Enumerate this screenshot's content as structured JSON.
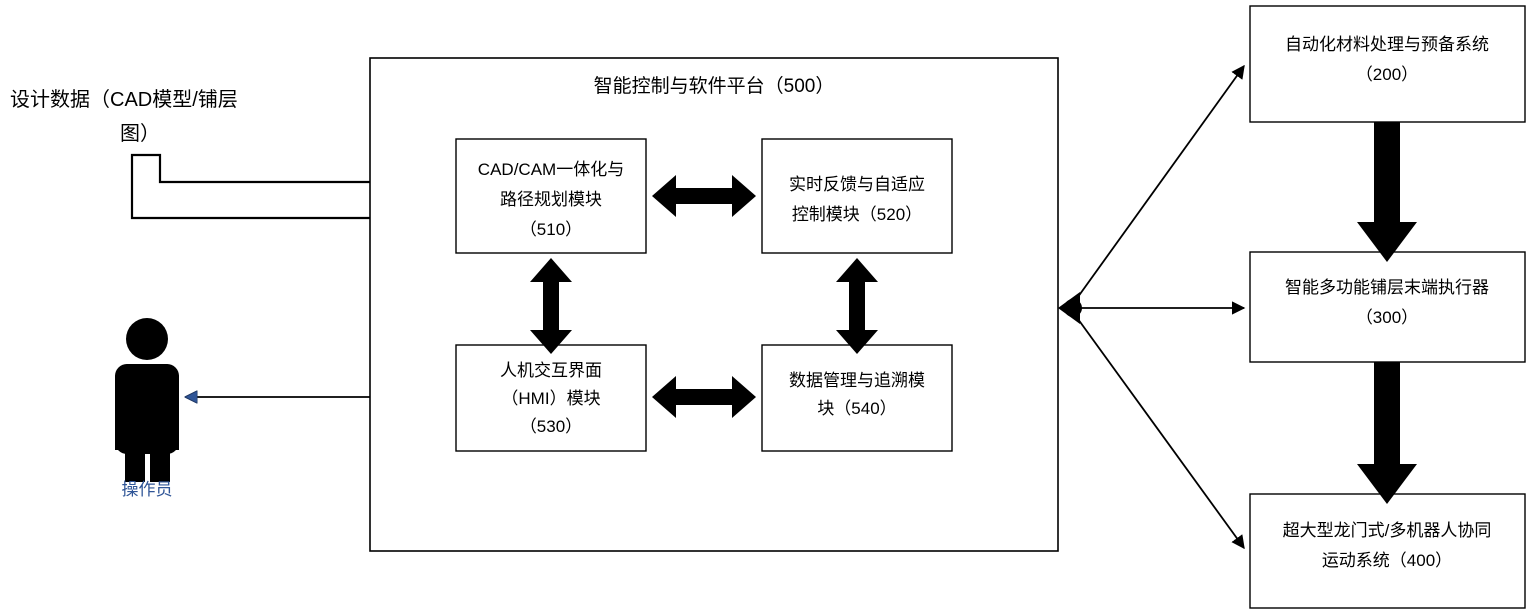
{
  "diagram": {
    "title_block": {
      "label": "智能控制与软件平台（500）",
      "id": "500"
    },
    "source_input": {
      "line1": "设计数据（CAD模型/铺层",
      "line2": "图）",
      "full": "设计数据（CAD模型/铺层图）"
    },
    "actor": {
      "label": "操作员",
      "icon": "person-icon",
      "color": "#2f5597"
    },
    "modules": [
      {
        "key": "m510",
        "line1": "CAD/CAM一体化与",
        "line2": "路径规划模块",
        "line3": "（510）",
        "id": "510"
      },
      {
        "key": "m520",
        "line1": "实时反馈与自适应",
        "line2": "控制模块（520）",
        "line3": "",
        "id": "520"
      },
      {
        "key": "m530",
        "line1": "人机交互界面",
        "line2": "（HMI）模块",
        "line3": "（530）",
        "id": "530"
      },
      {
        "key": "m540",
        "line1": "数据管理与追溯模",
        "line2": "块（540）",
        "line3": "",
        "id": "540"
      }
    ],
    "subsystems": [
      {
        "key": "s200",
        "line1": "自动化材料处理与预备系统",
        "line2": "（200）",
        "id": "200"
      },
      {
        "key": "s300",
        "line1": "智能多功能铺层末端执行器",
        "line2": "（300）",
        "id": "300"
      },
      {
        "key": "s400",
        "line1": "超大型龙门式/多机器人协同",
        "line2": "运动系统（400）",
        "id": "400"
      }
    ],
    "connectors": [
      {
        "key": "c-src-to-510",
        "type": "hollow-block-arrow",
        "from": "设计数据（CAD模型/铺层图）",
        "to": "CAD/CAM一体化与路径规划模块（510）"
      },
      {
        "key": "c-510-520",
        "type": "double-headed-thick",
        "from": "510",
        "to": "520"
      },
      {
        "key": "c-530-540",
        "type": "double-headed-thick",
        "from": "530",
        "to": "540"
      },
      {
        "key": "c-510-530",
        "type": "double-headed-thick",
        "from": "510",
        "to": "530"
      },
      {
        "key": "c-520-540",
        "type": "double-headed-thick",
        "from": "520",
        "to": "540"
      },
      {
        "key": "c-530-operator",
        "type": "double-headed-thin",
        "from": "530",
        "to": "操作员"
      },
      {
        "key": "c-hub-200",
        "type": "single-thin-arrow",
        "from": "500",
        "to": "200"
      },
      {
        "key": "c-hub-300",
        "type": "single-thin-arrow",
        "from": "500",
        "to": "300"
      },
      {
        "key": "c-hub-400",
        "type": "single-thin-arrow",
        "from": "500",
        "to": "400"
      },
      {
        "key": "c-200-300",
        "type": "thick-block-arrow-down",
        "from": "200",
        "to": "300"
      },
      {
        "key": "c-300-400",
        "type": "thick-block-arrow-down",
        "from": "300",
        "to": "400"
      }
    ],
    "colors": {
      "stroke": "#000000",
      "fill": "#ffffff",
      "accent": "#2f5597"
    }
  }
}
